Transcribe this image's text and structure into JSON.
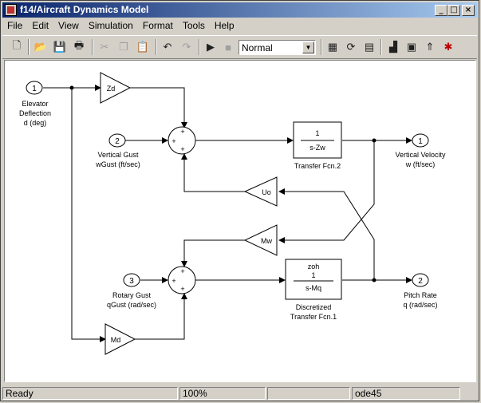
{
  "window": {
    "title": "f14/Aircraft Dynamics Model",
    "controls": [
      "_",
      "□",
      "×"
    ]
  },
  "menu": [
    "File",
    "Edit",
    "View",
    "Simulation",
    "Format",
    "Tools",
    "Help"
  ],
  "toolbar": {
    "buttons": [
      "new-model",
      "open",
      "save",
      "print",
      "cut",
      "copy",
      "paste",
      "undo",
      "redo",
      "start-simulation",
      "stop-simulation",
      "build",
      "update-diagram",
      "build-subsystem",
      "library-browser",
      "model-explorer",
      "go-to-parent",
      "debugger"
    ],
    "sim_mode": "Normal"
  },
  "diagram": {
    "inports": [
      {
        "num": "1",
        "label1": "Elevator",
        "label2": "Deflection",
        "label3": "d (deg)"
      },
      {
        "num": "2",
        "label1": "Vertical Gust",
        "label2": "wGust (ft/sec)"
      },
      {
        "num": "3",
        "label1": "Rotary Gust",
        "label2": "qGust (rad/sec)"
      }
    ],
    "outports": [
      {
        "num": "1",
        "label1": "Vertical Velocity",
        "label2": "w (ft/sec)"
      },
      {
        "num": "2",
        "label1": "Pitch Rate",
        "label2": "q (rad/sec)"
      }
    ],
    "gains": {
      "zd": "Zd",
      "uo": "Uo",
      "mw": "Mw",
      "md": "Md"
    },
    "tf1": {
      "num": "1",
      "den": "s-Zw",
      "caption": "Transfer Fcn.2"
    },
    "tf2": {
      "top": "zoh",
      "num": "1",
      "den": "s-Mq",
      "caption1": "Discretized",
      "caption2": "Transfer Fcn.1"
    },
    "sum_signs": "+"
  },
  "status": {
    "state": "Ready",
    "zoom": "100%",
    "solver": "ode45"
  }
}
